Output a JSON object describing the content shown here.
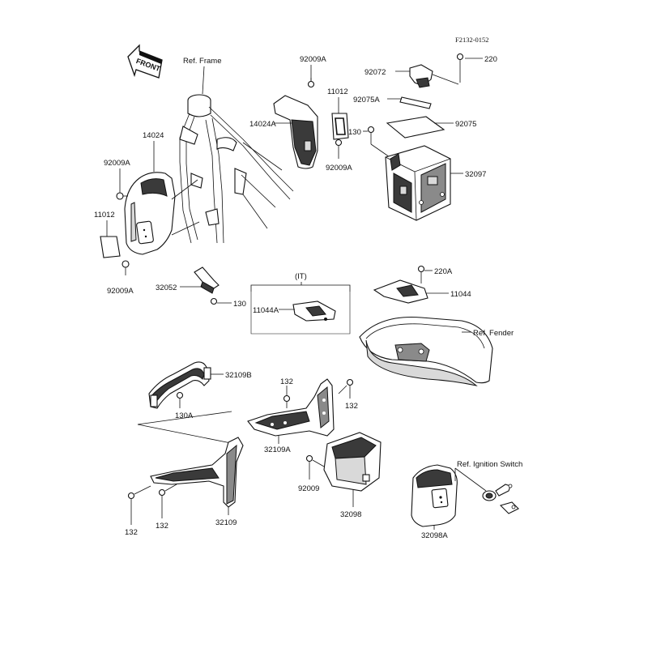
{
  "diagram_code": "F2132-0152",
  "front_label": "FRONT",
  "ref_labels": {
    "frame": "Ref. Frame",
    "fender": "Ref. Fender",
    "ignition": "Ref. Ignition Switch"
  },
  "group_label": "(IT)",
  "parts": {
    "p220": "220",
    "p92072": "92072",
    "p92075A": "92075A",
    "p92075": "92075",
    "p130_top": "130",
    "p32097": "32097",
    "p92009A_top": "92009A",
    "p11012_top": "11012",
    "p14024A": "14024A",
    "p92009A_mid": "92009A",
    "p14024": "14024",
    "p92009A_left": "92009A",
    "p11012_left": "11012",
    "p92009A_low": "92009A",
    "p32052": "32052",
    "p130_mid": "130",
    "p11044A": "11044A",
    "p220A": "220A",
    "p11044": "11044",
    "p32109B": "32109B",
    "p130A": "130A",
    "p132_a": "132",
    "p132_b": "132",
    "p32109A": "32109A",
    "p92009": "92009",
    "p32098": "32098",
    "p32098A": "32098A",
    "p132_c": "132",
    "p132_d": "132",
    "p32109": "32109"
  }
}
